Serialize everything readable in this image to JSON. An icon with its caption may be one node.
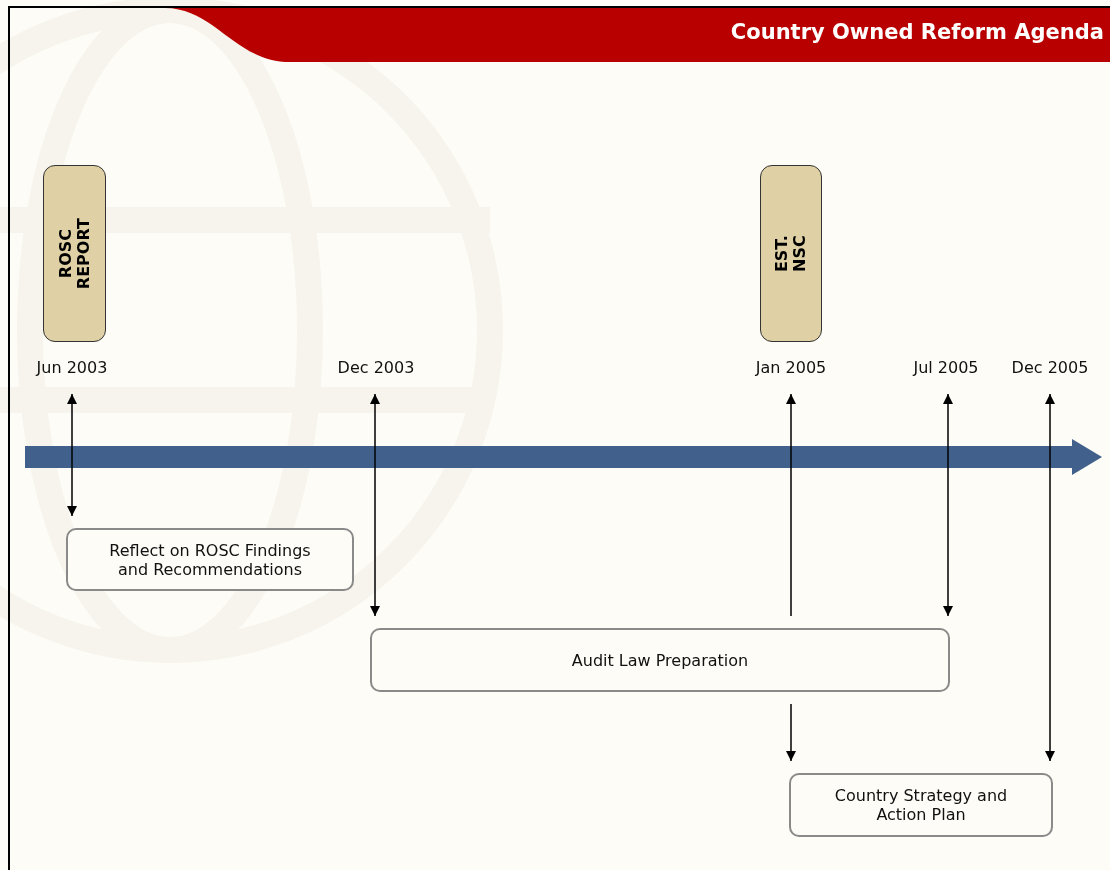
{
  "diagram": {
    "title": "Country Owned Reform Agenda",
    "nodes": [
      {
        "text": [
          "ROSC REPORT"
        ]
      },
      {
        "text": [
          "EST. NSC"
        ]
      },
      {
        "text": [
          "Jun 2003"
        ]
      },
      {
        "text": [
          "Dec 2003"
        ]
      },
      {
        "text": [
          "Jan 2005"
        ]
      },
      {
        "text": [
          "Jul 2005"
        ]
      },
      {
        "text": [
          "Dec 2005"
        ]
      },
      {
        "text": [
          "Reflect on ROSC Findings and Recommendations"
        ]
      },
      {
        "text": [
          "Audit Law Preparation"
        ]
      },
      {
        "text": [
          "Country Strategy and Action Plan"
        ]
      }
    ],
    "edges": [
      {
        "from": 2,
        "to": 7,
        "arrow": "both"
      },
      {
        "from": 3,
        "to": 8,
        "arrow": "both"
      },
      {
        "from": 8,
        "to": 4,
        "arrow": "to"
      },
      {
        "from": 8,
        "to": 9,
        "arrow": "to"
      },
      {
        "from": 5,
        "to": 8,
        "arrow": "both"
      },
      {
        "from": 6,
        "to": 9,
        "arrow": "both"
      }
    ]
  }
}
